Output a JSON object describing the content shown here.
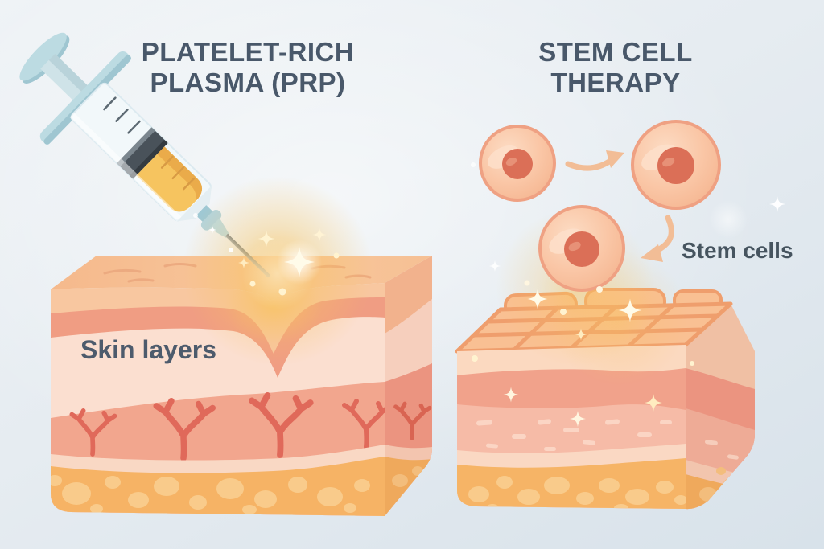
{
  "figure": {
    "left_panel": {
      "title_line1": "PLATELET-RICH",
      "title_line2": "PLASMA (PRP)",
      "diagram_label": "Skin layers"
    },
    "right_panel": {
      "title_line1": "STEM CELL",
      "title_line2": "THERAPY",
      "diagram_label": "Stem cells"
    }
  },
  "icons": {
    "syringe": "prp-injection-syringe",
    "stem_cell": "stem-cell",
    "arrow": "curved-transform-arrow",
    "sparkle": "four-point-sparkle"
  },
  "colors": {
    "background_start": "#eff3f6",
    "background_end": "#d8e2ea",
    "title_text": "#49586a",
    "label_text": "#4d5b6c",
    "skin_top_face": "#f6bd92",
    "skin_peach": "#f8c7a0",
    "skin_salmon": "#f09d83",
    "skin_cream": "#fbdfd0",
    "skin_vessel_layer": "#f2a68e",
    "vessel": "#e0695a",
    "skin_light_band": "#f9d8c4",
    "fat": "#f6b365",
    "fat_bubble": "#f9cb8b",
    "side_shade_peach": "#f2b28d",
    "side_shade_salmon": "#eb9480",
    "tile_gap": "#ef9e6d",
    "tile_fill": "#f9c093",
    "speckle_layer": "#f6bba7",
    "speckle_dash": "#fbd5c4",
    "cell_fill": "#f9c6a6",
    "cell_border": "#efa183",
    "cell_nucleus": "#db6f57",
    "arrow": "#f2bd96",
    "syringe_blue": "#bcdbe2",
    "syringe_blue_dark": "#9fc6d1",
    "syringe_barrel": "#f2f8fa",
    "syringe_liquid": "#f6c45f",
    "syringe_band": "#49525a",
    "needle_gray": "#8a97a0",
    "glow_gold": "#f8c35f",
    "sparkle": "#fff3d4"
  }
}
